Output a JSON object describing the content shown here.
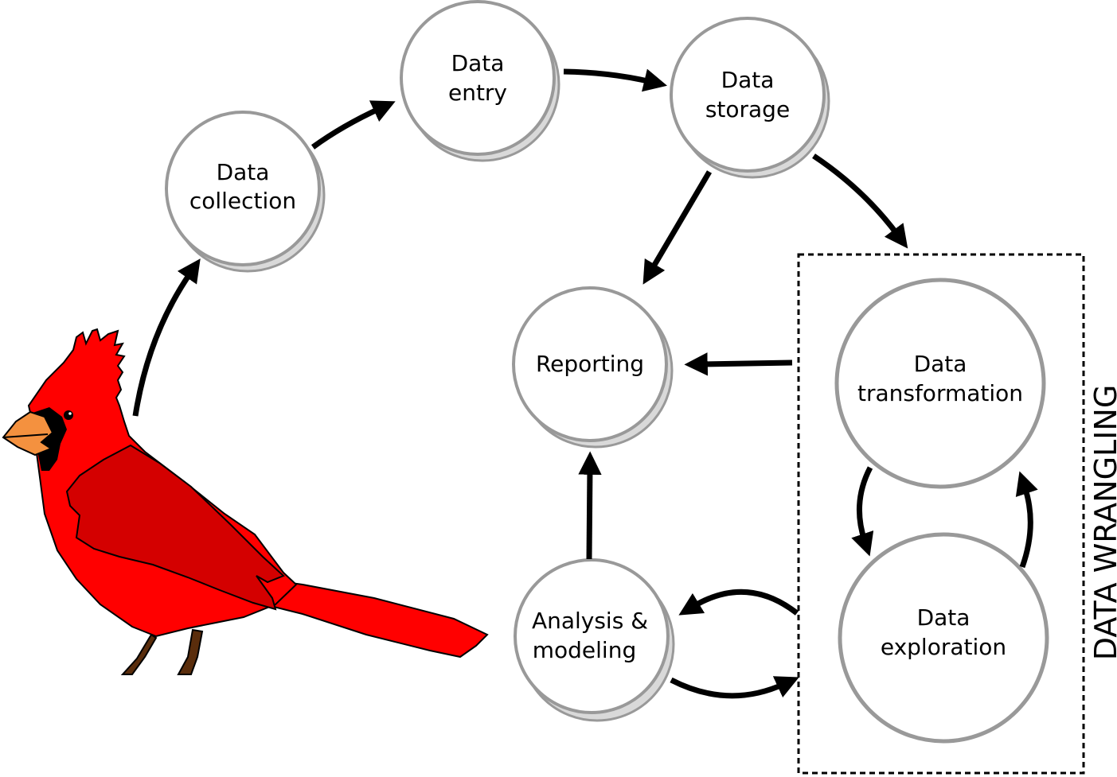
{
  "nodes": {
    "collection": {
      "line1": "Data",
      "line2": "collection"
    },
    "entry": {
      "line1": "Data",
      "line2": "entry"
    },
    "storage": {
      "line1": "Data",
      "line2": "storage"
    },
    "reporting": {
      "line1": "Reporting"
    },
    "transformation": {
      "line1": "Data",
      "line2": "transformation"
    },
    "exploration": {
      "line1": "Data",
      "line2": "exploration"
    },
    "analysis": {
      "line1": "Analysis &",
      "line2": "modeling"
    }
  },
  "group": {
    "label": "DATA WRANGLING"
  },
  "colors": {
    "node_stroke": "#999999",
    "shadow_fill": "#d9d9d9",
    "arrow": "#000000",
    "bird_body": "#ff0000",
    "bird_wing": "#d40000",
    "beak": "#f4913f",
    "legs": "#5a2d0c"
  },
  "icons": {
    "bird": "cardinal-bird-illustration"
  }
}
